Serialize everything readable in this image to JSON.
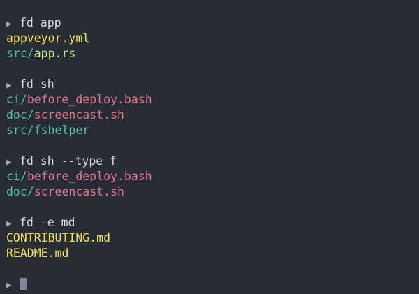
{
  "terminal": {
    "background_color": "#282c35",
    "prompt_symbol": "▶",
    "colors": {
      "command_text": "#d6dbe5",
      "prompt": "#9aa2b1",
      "directory": "#4fc1b0",
      "executable": "#e8738d",
      "yaml_markdown": "#f2e05a",
      "source_file": "#c3e88d",
      "cursor": "#7f8796"
    },
    "blocks": [
      {
        "command": "fd app",
        "results": [
          {
            "dir": "",
            "name": "appveyor.yml",
            "name_class": "yml"
          },
          {
            "dir": "src/",
            "name": "app.rs",
            "name_class": "src"
          }
        ]
      },
      {
        "command": "fd sh",
        "results": [
          {
            "dir": "ci/",
            "name": "before_deploy.bash",
            "name_class": "exe"
          },
          {
            "dir": "doc/",
            "name": "screencast.sh",
            "name_class": "exe"
          },
          {
            "dir": "src/fshelper",
            "name": "",
            "name_class": "dir"
          }
        ]
      },
      {
        "command": "fd sh --type f",
        "results": [
          {
            "dir": "ci/",
            "name": "before_deploy.bash",
            "name_class": "exe"
          },
          {
            "dir": "doc/",
            "name": "screencast.sh",
            "name_class": "exe"
          }
        ]
      },
      {
        "command": "fd -e md",
        "results": [
          {
            "dir": "",
            "name": "CONTRIBUTING.md",
            "name_class": "yml"
          },
          {
            "dir": "",
            "name": "README.md",
            "name_class": "yml"
          }
        ]
      }
    ],
    "final_prompt": {
      "input_value": ""
    }
  }
}
